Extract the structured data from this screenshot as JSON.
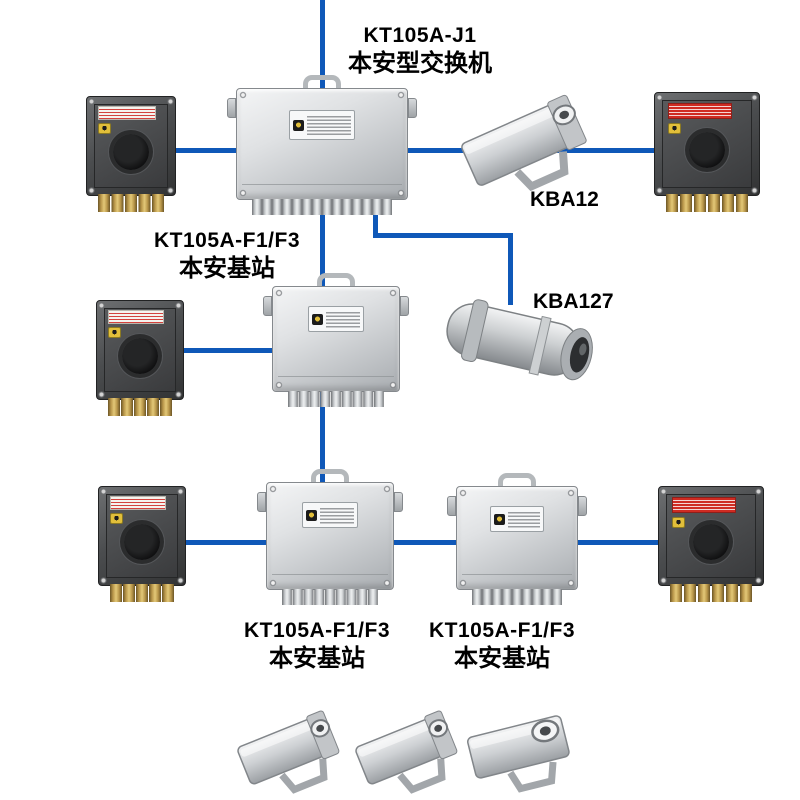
{
  "diagram": {
    "type": "mine-intrinsically-safe-video-network-topology",
    "labels": {
      "switch": {
        "model": "KT105A-J1",
        "name": "本安型交换机"
      },
      "base_mid": {
        "model": "KT105A-F1/F3",
        "name": "本安基站"
      },
      "base_bottom_left": {
        "model": "KT105A-F1/F3",
        "name": "本安基站"
      },
      "base_bottom_right": {
        "model": "KT105A-F1/F3",
        "name": "本安基站"
      },
      "camera_top": "KBA12",
      "camera_mid": "KBA127"
    },
    "colors": {
      "line_blue": "#0f58b8",
      "steel_light": "#eef0f1",
      "steel_dark": "#a7abaf",
      "enclosure_dark": "#4a4c4e",
      "brass": "#c9a24d",
      "label_red": "#cf2b22",
      "cert_yellow": "#e2bf3a"
    }
  }
}
